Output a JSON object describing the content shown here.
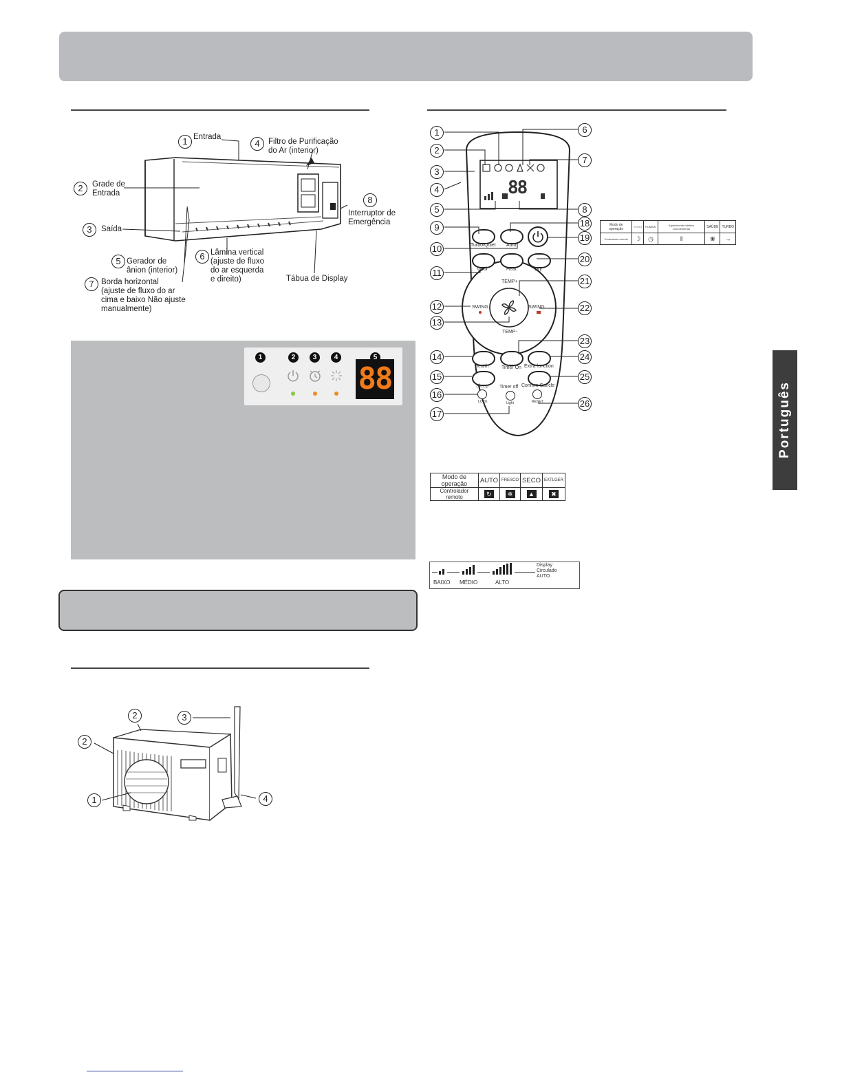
{
  "indoor_unit": {
    "labels": {
      "l1": "Entrada",
      "l2": "Grade de\nEntrada",
      "l3": "Saída",
      "l4": "Filtro de Purificação\ndo Ar (interior)",
      "l5": "Gerador de\nânion (interior)",
      "l6": "Lâmina vertical\n(ajuste de fluxo\ndo ar esquerda\ne direito)",
      "l7": "Borda horizontal\n(ajuste de fluxo do ar\ncima e baixo Não ajuste\nmanualmente)",
      "l8": "Interruptor de\nEmergência",
      "l9": "Tábua de Display"
    },
    "numbers": [
      "1",
      "2",
      "3",
      "4",
      "5",
      "6",
      "7",
      "8"
    ]
  },
  "display_panel": {
    "numbers": [
      "1",
      "2",
      "3",
      "4",
      "5"
    ],
    "segment": "88",
    "led_colors": {
      "power": "#8cc63f",
      "timer": "#f08a24",
      "anion": "#f08a24"
    }
  },
  "outdoor_unit": {
    "numbers": [
      "1",
      "2",
      "2",
      "3",
      "4"
    ]
  },
  "remote": {
    "numbers": [
      "1",
      "2",
      "3",
      "4",
      "5",
      "6",
      "7",
      "8",
      "9",
      "10",
      "11",
      "12",
      "13",
      "14",
      "15",
      "16",
      "17",
      "18",
      "19",
      "20",
      "21",
      "22",
      "23",
      "24",
      "25",
      "26"
    ],
    "buttons": {
      "turbo_quiet": "Turbo/Quiet",
      "auto": "Auto",
      "cool": "Cool",
      "heat": "Heat",
      "dry": "Dry",
      "temp_plus": "TEMP+",
      "temp_minus": "TEMP-",
      "swing_left": "SWING",
      "swing_right": "SWING",
      "health": "Health",
      "timer_on": "Timer On",
      "extra_function": "Extra function",
      "confirm_cancel": "Confirm Cancle",
      "sleep": "Sleep",
      "timer_off": "Timer off",
      "sleep_sub": "LOCK",
      "timer_off_sub": "Light",
      "reset_sub": "RESET"
    }
  },
  "mode_table_1": {
    "row1": [
      "Modo de operação",
      "AUTO",
      "FRESCO",
      "SECO",
      "EXTLGER"
    ],
    "row2": [
      "Controlador remoto",
      "",
      "",
      "",
      ""
    ]
  },
  "mode_table_2": {
    "row1": [
      "Modo de operação",
      "SONO",
      "HUMIDE",
      "Aquecimento elétrico complementar",
      "SAÚDE",
      "TURBO"
    ],
    "row2": [
      "Controlador remoto",
      "",
      "",
      "",
      "",
      ""
    ]
  },
  "fan_speed": {
    "labels": [
      "BAIXO",
      "MÉDIO",
      "ALTO"
    ],
    "display": "Display\nCirculado\nAUTO"
  },
  "side_tab": {
    "language": "Português"
  }
}
